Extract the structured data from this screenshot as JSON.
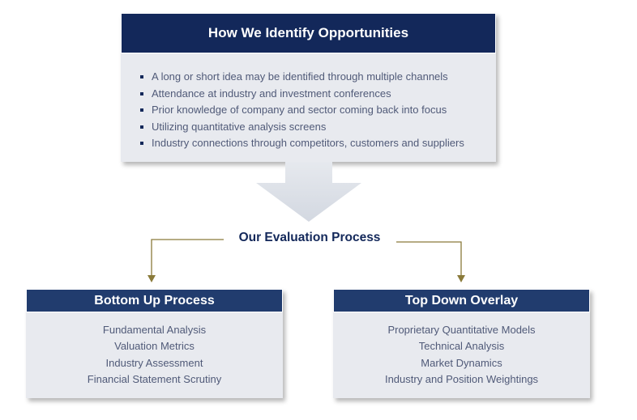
{
  "top_card": {
    "title": "How We Identify Opportunities",
    "bullets": [
      "A long or short idea may be identified through multiple channels",
      "Attendance at industry and investment conferences",
      "Prior knowledge of company and sector coming back into focus",
      "Utilizing quantitative analysis screens",
      "Industry connections through competitors, customers and suppliers"
    ]
  },
  "process_title": "Our Evaluation Process",
  "left_card": {
    "title": "Bottom Up Process",
    "items": [
      "Fundamental Analysis",
      "Valuation Metrics",
      "Industry Assessment",
      "Financial Statement Scrutiny"
    ]
  },
  "right_card": {
    "title": "Top Down Overlay",
    "items": [
      "Proprietary Quantitative Models",
      "Technical Analysis",
      "Market Dynamics",
      "Industry and Position Weightings"
    ]
  },
  "colors": {
    "header_navy": "#13285a",
    "subheader_navy": "#213c6e",
    "card_bg": "#e8eaef",
    "connector_gold": "#8a7a3a",
    "arrow_gray": "#dfe2e8"
  }
}
